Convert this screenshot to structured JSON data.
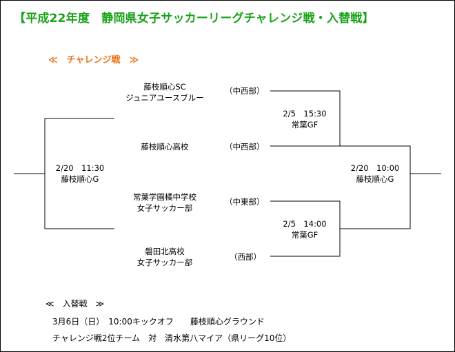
{
  "title": "【平成22年度　静岡県女子サッカーリーグチャレンジ戦・入替戦】",
  "section_label": "≪　チャレンジ戦　≫",
  "teams": [
    {
      "name_line1": "藤枝順心SC",
      "name_line2": "ジュニアユースブルー",
      "region": "（中西部）"
    },
    {
      "name_line1": "藤枝順心高校",
      "name_line2": "",
      "region": "（中西部）"
    },
    {
      "name_line1": "常葉学園橘中学校",
      "name_line2": "女子サッカー部",
      "region": "（中東部）"
    },
    {
      "name_line1": "磐田北高校",
      "name_line2": "女子サッカー部",
      "region": "（西部）"
    }
  ],
  "matches": {
    "left_final": {
      "date_time": "2/20　11:30",
      "venue": "藤枝順心G"
    },
    "top_semi": {
      "date_time": "2/5　15:30",
      "venue": "常葉GF"
    },
    "bottom_semi": {
      "date_time": "2/5　14:00",
      "venue": "常葉GF"
    },
    "right_final": {
      "date_time": "2/20　10:00",
      "venue": "藤枝順心G"
    }
  },
  "playoff": {
    "label": "≪　入替戦　≫",
    "line1": "3月6日（日）　10:00キックオフ　　藤枝順心グラウンド",
    "line2": "チャレンジ戦2位チーム　対　清水第八マイア（県リーグ10位）"
  }
}
